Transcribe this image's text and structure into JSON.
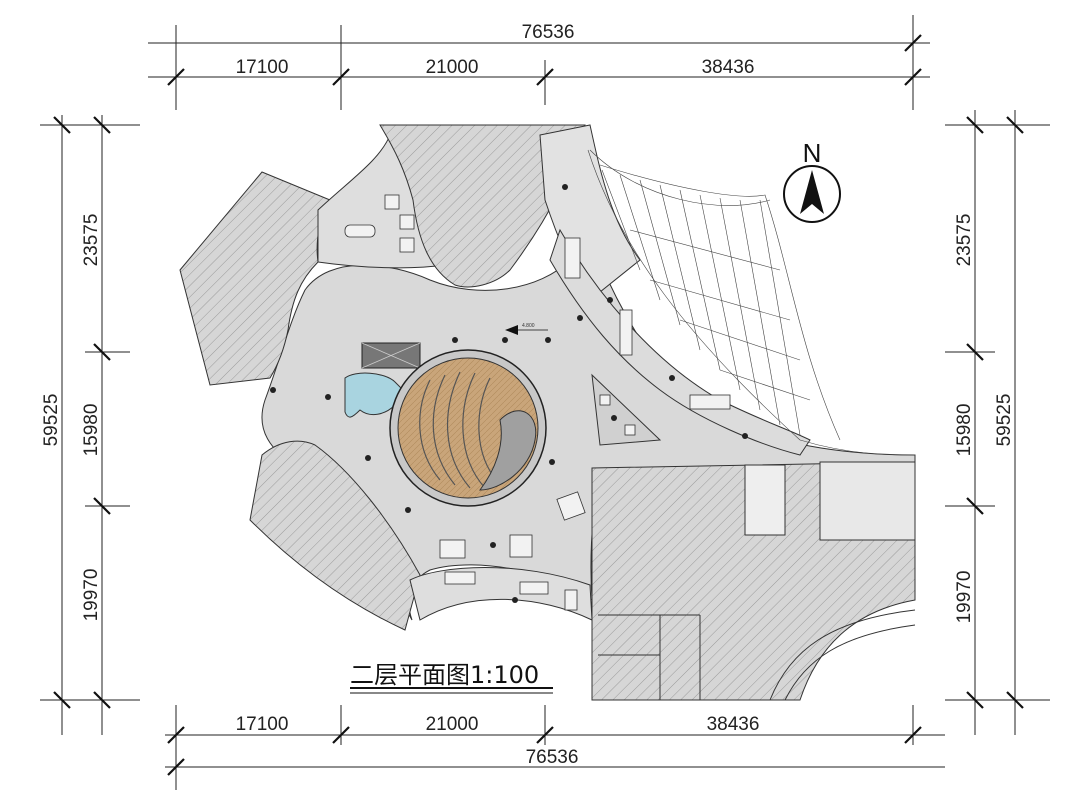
{
  "title": "二层平面图1:100",
  "north_label": "N",
  "level_label": "4.800",
  "dims": {
    "top_total": "76536",
    "top_1": "17100",
    "top_2": "21000",
    "top_3": "38436",
    "bottom_1": "17100",
    "bottom_2": "21000",
    "bottom_3": "38436",
    "bottom_total": "76536",
    "left_total": "59525",
    "left_1": "23575",
    "left_2": "15980",
    "left_3": "19970",
    "right_1": "23575",
    "right_2": "15980",
    "right_3": "19970",
    "right_total": "59525"
  },
  "colors": {
    "floor": "#d9d9d9",
    "hatch": "#b5b5b5",
    "auditorium": "#c9a57a",
    "pool": "#a9d4e0",
    "lines": "#222222"
  }
}
